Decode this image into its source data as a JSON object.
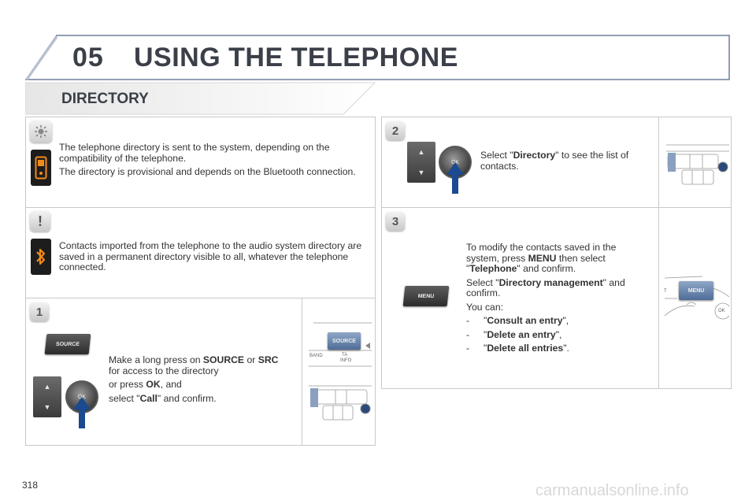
{
  "header": {
    "section_number": "05",
    "title": "USING THE TELEPHONE"
  },
  "subheader": {
    "title": "DIRECTORY"
  },
  "panel_info": {
    "p1": "The telephone directory is sent to the system, depending on the compatibility of the telephone.",
    "p2": "The directory is provisional and depends on the Bluetooth connection."
  },
  "panel_warning": {
    "badge": "!",
    "text": "Contacts imported from the telephone to the audio system directory are saved in a permanent directory visible to all, whatever the telephone connected."
  },
  "panel_step1": {
    "badge": "1",
    "source_label": "SOURCE",
    "ok_label": "OK",
    "line1_pre": "Make a long press on ",
    "line1_b1": "SOURCE",
    "line1_mid": " or ",
    "line1_b2": "SRC",
    "line1_post": "for access to the directory",
    "line2_pre": "or press ",
    "line2_b": "OK",
    "line2_post": ", and",
    "line3_pre": "select \"",
    "line3_b": "Call",
    "line3_post": "\" and confirm.",
    "sketch_source": "SOURCE",
    "sketch_band": "BAND",
    "sketch_ta": "TA",
    "sketch_info": "INFO"
  },
  "panel_step2": {
    "badge": "2",
    "ok_label": "OK",
    "text_pre": "Select \"",
    "text_b": "Directory",
    "text_post": "\" to see the list of contacts."
  },
  "panel_step3": {
    "badge": "3",
    "menu_label": "MENU",
    "p1_pre": "To modify the contacts saved in the system, press ",
    "p1_b1": "MENU",
    "p1_mid": " then select \"",
    "p1_b2": "Telephone",
    "p1_post": "\" and confirm.",
    "p2_pre": "Select \"",
    "p2_b": "Directory management",
    "p2_post": "\" and confirm.",
    "p3": "You can:",
    "items": [
      {
        "dash": "-",
        "pre": "\"",
        "b": "Consult an entry",
        "post": "\","
      },
      {
        "dash": "-",
        "pre": "\"",
        "b": "Delete an entry",
        "post": "\","
      },
      {
        "dash": "-",
        "pre": "\"",
        "b": "Delete all entries",
        "post": "\"."
      }
    ],
    "sketch_menu": "MENU",
    "sketch_ok": "OK",
    "sketch_t": "T"
  },
  "footer": {
    "page_number": "318",
    "watermark": "carmanualsonline.info"
  },
  "colors": {
    "title_text": "#3a3f48",
    "accent_blue": "#1a4a90",
    "panel_border": "#c9c9c9",
    "warning_orange": "#f08a1c"
  }
}
